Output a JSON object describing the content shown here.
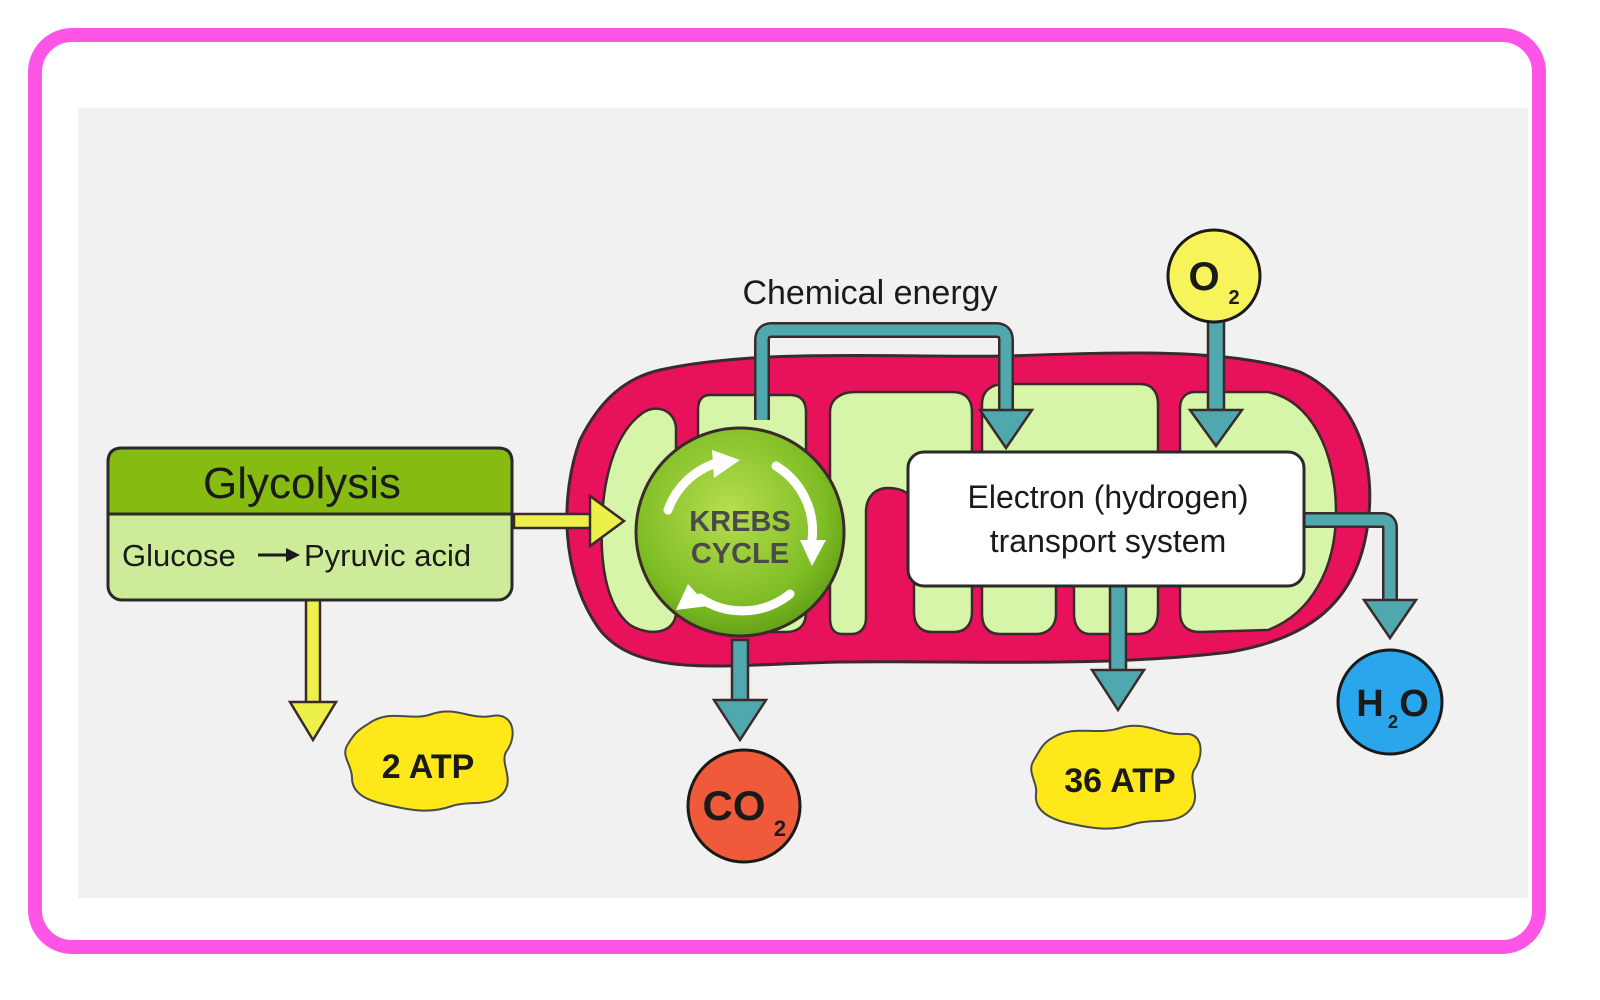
{
  "glycolysis": {
    "title": "Glycolysis",
    "glucose": "Glucose",
    "pyruvic": "Pyruvic acid"
  },
  "krebs": {
    "line1": "KREBS",
    "line2": "CYCLE"
  },
  "chemical_energy": "Chemical energy",
  "ets": {
    "line1": "Electron (hydrogen)",
    "line2": "transport system"
  },
  "atp_glycolysis": "2 ATP",
  "atp_ets": "36 ATP",
  "co2": {
    "base": "CO",
    "sub": "2"
  },
  "o2": {
    "base": "O",
    "sub": "2"
  },
  "h2o": {
    "h": "H",
    "sub": "2",
    "o": "O"
  },
  "colors": {
    "frame": "#ff55e6",
    "membrane": "#e8115c",
    "matrix": "#d6f5a8",
    "arrow_teal": "#4fa8ae",
    "arrow_yellow": "#eef04a",
    "glyco_header": "#86bb12",
    "glyco_body": "#cdeb98",
    "atp": "#ffe81a",
    "co2": "#ee5a3a",
    "o2": "#f7f35a",
    "h2o": "#2aa6ec"
  }
}
